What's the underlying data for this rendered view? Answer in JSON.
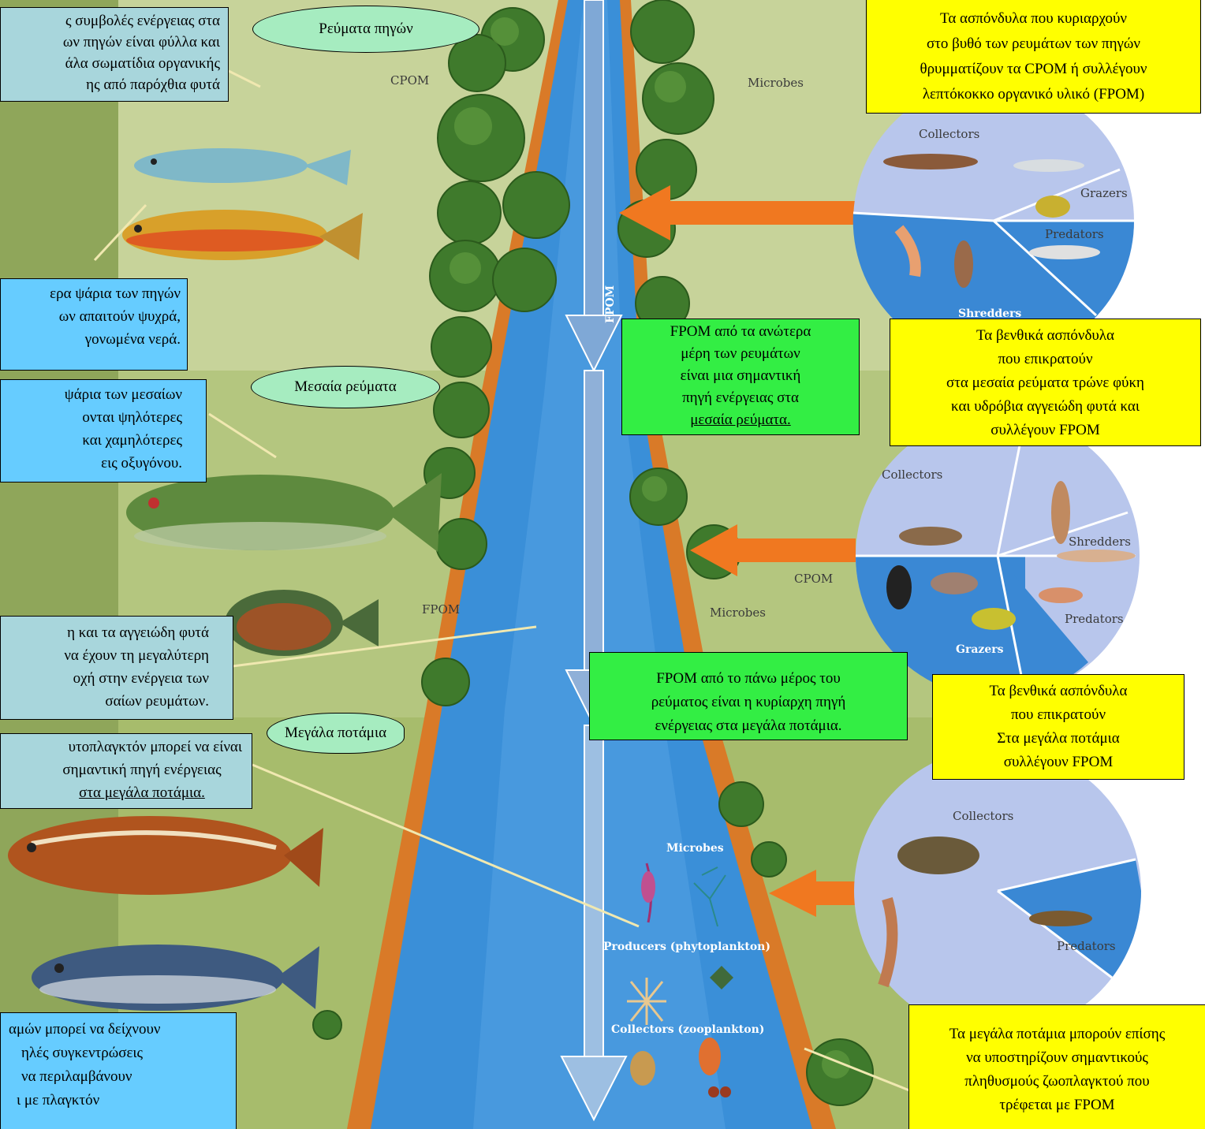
{
  "sections": {
    "headwaters": "Ρεύματα πηγών",
    "middle": "Μεσαία ρεύματα",
    "large": "Μεγάλα ποτάμια"
  },
  "left_boxes": {
    "headwater_energy": [
      "ς συμβολές ενέργειας στα",
      "ων πηγών είναι φύλλα και",
      "άλα σωματίδια οργανικής",
      "ης από παρόχθια φυτά"
    ],
    "headwater_fish": [
      "ερα ψάρια των πηγών",
      "ων απαιτούν ψυχρά,",
      "γονωμένα νερά."
    ],
    "middle_fish": [
      "ψάρια των μεσαίων",
      "ονται ψηλότερες",
      "και χαμηλότερες",
      "εις οξυγόνου."
    ],
    "middle_plants": [
      "η και τα αγγειώδη φυτά",
      "να έχουν τη μεγαλύτερη",
      "οχή στην ενέργεια των",
      "σαίων ρευμάτων."
    ],
    "large_phyto": [
      "υτοπλαγκτόν μπορεί να είναι",
      "σημαντική πηγή ενέργειας",
      "στα μεγάλα ποτάμια."
    ],
    "large_fish": [
      "αμών μπορεί να δείχνουν",
      "ηλές συγκεντρώσεις",
      "να περιλαμβάνουν",
      "ι με πλαγκτόν"
    ]
  },
  "right_boxes": {
    "headwater_inverts": [
      "Τα ασπόνδυλα που κυριαρχούν",
      "στο βυθό των ρευμάτων των πηγών",
      "θρυμματίζουν τα CPOM ή συλλέγουν",
      "λεπτόκοκκο οργανικό υλικό (FPOM)"
    ],
    "middle_inverts": [
      "Τα βενθικά ασπόνδυλα",
      "που επικρατούν",
      "στα μεσαία ρεύματα τρώνε φύκη",
      "και υδρόβια αγγειώδη φυτά και",
      "συλλέγουν FPOM"
    ],
    "large_inverts": [
      "Τα βενθικά ασπόνδυλα",
      "που επικρατούν",
      "Στα μεγάλα ποτάμια",
      "συλλέγουν FPOM"
    ],
    "large_zoo": [
      "Τα μεγάλα ποτάμια μπορούν επίσης",
      "να υποστηρίζουν σημαντικούς",
      "πληθυσμούς ζωοπλαγκτού που",
      "τρέφεται με FPOM"
    ]
  },
  "center_boxes": {
    "fpom_middle": [
      "FPOM από τα ανώτερα",
      "μέρη των ρευμάτων",
      "είναι μια σημαντική",
      "πηγή ενέργειας στα",
      "μεσαία ρεύματα."
    ],
    "fpom_large": [
      "FPOM από το πάνω μέρος του",
      "ρεύματος είναι η κυρίαρχη πηγή",
      "ενέργειας στα μεγάλα ποτάμια."
    ]
  },
  "figure_labels": {
    "cpom": "CPOM",
    "microbes": "Microbes",
    "fpom": "FPOM",
    "collectors": "Collectors",
    "grazers": "Grazers",
    "predators": "Predators",
    "shredders": "Shredders",
    "producers": "Producers (phytoplankton)",
    "collectors_zoo": "Collectors (zooplankton)"
  },
  "colors": {
    "river_blue": "#3a8fd8",
    "bank_orange": "#d97a28",
    "land_green": "#b9c98a",
    "tree_green": "#3f7a2c",
    "arrow_orange": "#f07820"
  }
}
